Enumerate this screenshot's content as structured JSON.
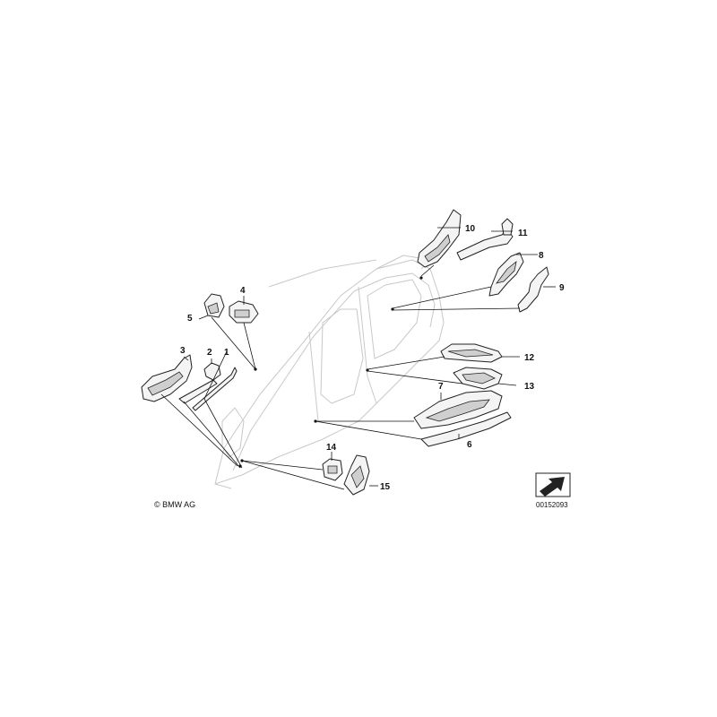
{
  "diagram": {
    "callouts": [
      "1",
      "2",
      "3",
      "4",
      "5",
      "6",
      "7",
      "8",
      "9",
      "10",
      "11",
      "12",
      "13",
      "14",
      "15"
    ],
    "copyright": "© BMW AG",
    "reference_number": "00152093"
  }
}
